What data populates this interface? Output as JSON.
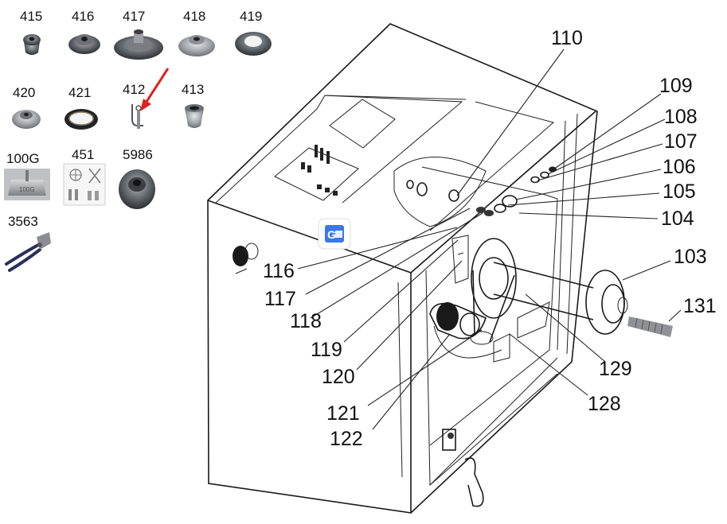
{
  "accessories": [
    {
      "id": "415",
      "icon": "wheel-cone-small-icon"
    },
    {
      "id": "416",
      "icon": "wheel-cone-medium-icon"
    },
    {
      "id": "417",
      "icon": "wheel-cone-large-icon"
    },
    {
      "id": "418",
      "icon": "wheel-cone-grey-icon"
    },
    {
      "id": "419",
      "icon": "spacer-ring-icon"
    },
    {
      "id": "420",
      "icon": "cone-grey-icon"
    },
    {
      "id": "421",
      "icon": "rubber-ring-icon"
    },
    {
      "id": "412",
      "icon": "spring-clip-icon"
    },
    {
      "id": "413",
      "icon": "sleeve-icon"
    },
    {
      "id": "100G",
      "icon": "calibration-weight-icon"
    },
    {
      "id": "451",
      "icon": "tool-kit-icon"
    },
    {
      "id": "5986",
      "icon": "quick-nut-icon"
    },
    {
      "id": "3563",
      "icon": "weight-pliers-icon"
    }
  ],
  "callouts": [
    {
      "id": "110"
    },
    {
      "id": "109"
    },
    {
      "id": "108"
    },
    {
      "id": "107"
    },
    {
      "id": "106"
    },
    {
      "id": "105"
    },
    {
      "id": "104"
    },
    {
      "id": "103"
    },
    {
      "id": "131"
    },
    {
      "id": "129"
    },
    {
      "id": "128"
    },
    {
      "id": "116"
    },
    {
      "id": "117"
    },
    {
      "id": "118"
    },
    {
      "id": "119"
    },
    {
      "id": "120"
    },
    {
      "id": "121"
    },
    {
      "id": "122"
    }
  ],
  "colors": {
    "arrow": "#e0201c",
    "translate_badge": "#3b78e7",
    "line": "#1a1a1a"
  },
  "badge": {
    "icon": "translate-icon"
  }
}
